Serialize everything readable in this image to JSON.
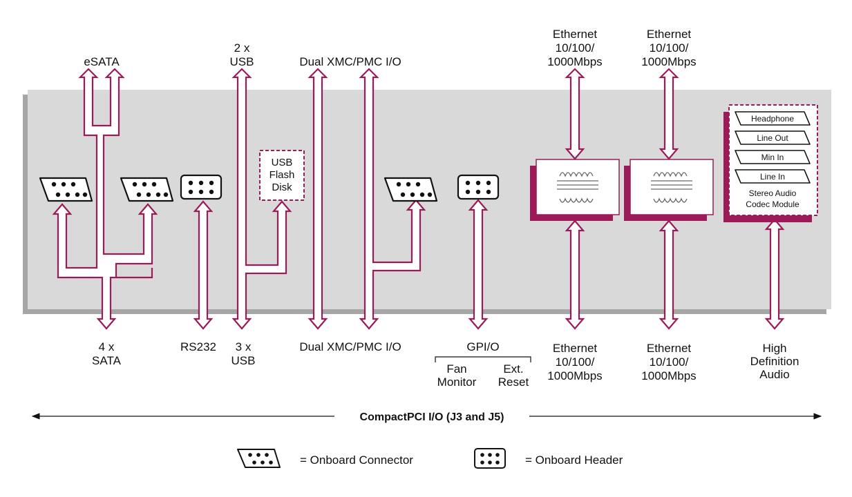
{
  "colors": {
    "accent": "#9b1a57",
    "board": "#d9d9d9",
    "board_shadow": "#a6a6a6"
  },
  "labels": {
    "esata": "eSATA",
    "usb_top_1": "2 x",
    "usb_top_2": "USB",
    "xmc_top": "Dual XMC/PMC I/O",
    "eth_top_1": [
      "Ethernet",
      "10/100/",
      "1000Mbps"
    ],
    "eth_top_2": [
      "Ethernet",
      "10/100/",
      "1000Mbps"
    ],
    "usb_flash": [
      "USB",
      "Flash",
      "Disk"
    ],
    "audio_ports": [
      "Headphone",
      "Line Out",
      "Min In",
      "Line In"
    ],
    "codec": [
      "Stereo Audio",
      "Codec Module"
    ],
    "sata_bottom": [
      "4 x",
      "SATA"
    ],
    "rs232": "RS232",
    "usb_bottom": [
      "3 x",
      "USB"
    ],
    "xmc_bottom": "Dual XMC/PMC I/O",
    "gpio": "GPI/O",
    "fan": [
      "Fan",
      "Monitor"
    ],
    "reset": [
      "Ext.",
      "Reset"
    ],
    "eth_bottom_1": [
      "Ethernet",
      "10/100/",
      "1000Mbps"
    ],
    "eth_bottom_2": [
      "Ethernet",
      "10/100/",
      "1000Mbps"
    ],
    "hda": [
      "High",
      "Definition",
      "Audio"
    ],
    "bus": "CompactPCI I/O (J3 and J5)"
  },
  "legend": {
    "connector": "= Onboard Connector",
    "header": "= Onboard Header"
  },
  "icons": {
    "connector": "dsub-connector-icon",
    "header": "pin-header-icon",
    "transformer": "magnetics-transformer-icon"
  }
}
